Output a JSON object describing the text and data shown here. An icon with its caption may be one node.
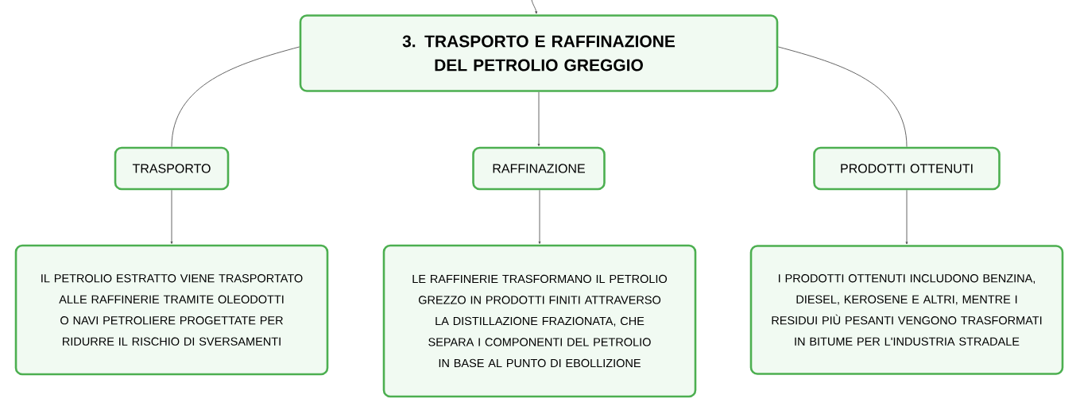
{
  "diagram": {
    "nodes": [
      {
        "text": [
          "3. TRASPORTO E RAFFINAZIONE DEL PETROLIO GREGGIO"
        ]
      },
      {
        "text": [
          "TRASPORTO"
        ]
      },
      {
        "text": [
          "RAFFINAZIONE"
        ]
      },
      {
        "text": [
          "PRODOTTI OTTENUTI"
        ]
      },
      {
        "text": [
          "IL PETROLIO ESTRATTO VIENE TRASPORTATO ALLE RAFFINERIE TRAMITE OLEODOTTI O NAVI PETROLIERE PROGETTATE PER RIDURRE IL RISCHIO DI SVERSAMENTI"
        ]
      },
      {
        "text": [
          "LE RAFFINERIE TRASFORMANO IL PETROLIO GREZZO IN PRODOTTI FINITI ATTRAVERSO LA DISTILLAZIONE FRAZIONATA, CHE SEPARA I COMPONENTI DEL PETROLIO IN BASE AL PUNTO DI EBOLLIZIONE"
        ]
      },
      {
        "text": [
          "I PRODOTTI OTTENUTI INCLUDONO BENZINA, DIESEL, KEROSENE E ALTRI, MENTRE I RESIDUI PIÙ PESANTI VENGONO TRASFORMATI IN BITUME PER L'INDUSTRIA STRADALE"
        ]
      }
    ],
    "edges": [
      {
        "from": null,
        "to": 0,
        "arrow": "to"
      },
      {
        "from": 0,
        "to": 1,
        "arrow": "none"
      },
      {
        "from": 0,
        "to": 2,
        "arrow": "to"
      },
      {
        "from": 0,
        "to": 3,
        "arrow": "none"
      },
      {
        "from": 1,
        "to": 4,
        "arrow": "to"
      },
      {
        "from": 2,
        "to": 5,
        "arrow": "to"
      },
      {
        "from": 3,
        "to": 6,
        "arrow": "to"
      }
    ]
  }
}
